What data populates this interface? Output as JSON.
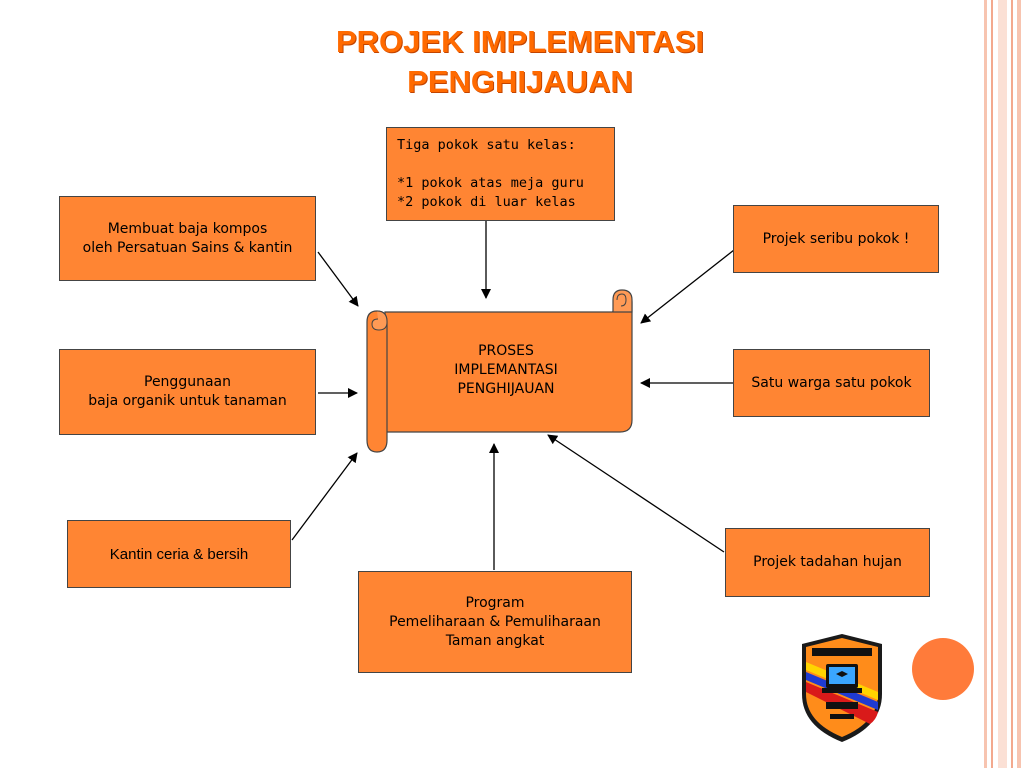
{
  "title": {
    "line1": "PROJEK IMPLEMENTASI",
    "line2": "PENGHIJAUAN"
  },
  "center": {
    "line1": "PROSES",
    "line2": "IMPLEMANTASI",
    "line3": "PENGHIJAUAN"
  },
  "boxes": {
    "top": {
      "line1": "Tiga pokok  satu kelas:",
      "line2": "*1 pokok atas meja guru",
      "line3": "*2 pokok di luar kelas"
    },
    "kompos": {
      "line1": "Membuat baja kompos",
      "line2": "oleh Persatuan Sains & kantin"
    },
    "penggunaan": {
      "line1": "Penggunaan",
      "line2": "baja organik untuk tanaman"
    },
    "kantin": {
      "line1": "Kantin ceria & bersih"
    },
    "program": {
      "line1": "Program",
      "line2": "Pemeliharaan & Pemuliharaan",
      "line3": "Taman angkat"
    },
    "seribu": {
      "line1": "Projek seribu pokok !"
    },
    "warga": {
      "line1": "Satu warga satu pokok"
    },
    "tadahan": {
      "line1": "Projek tadahan hujan"
    }
  },
  "colors": {
    "box_fill": "#ff8533",
    "title": "#ff6a00",
    "stripe": "#f5b7a0"
  },
  "logo_icon": "school-crest-icon"
}
